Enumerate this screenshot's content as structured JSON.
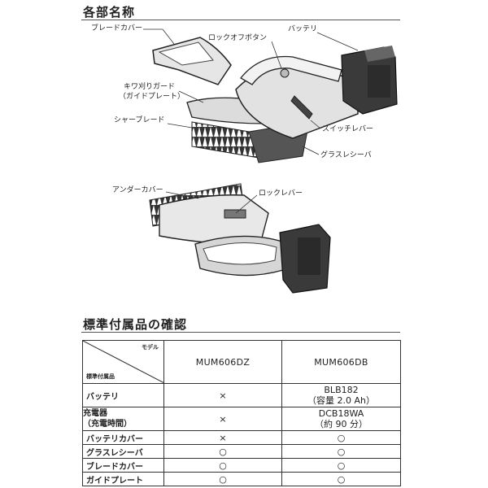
{
  "section1": {
    "title": "各部名称",
    "labels": {
      "blade_cover": "ブレードカバー",
      "lock_off_button": "ロックオフボタン",
      "battery": "バッテリ",
      "guard_line1": "キワ刈りガード",
      "guard_line2": "（ガイドプレート）",
      "shear_blade": "シャーブレード",
      "switch_lever": "スイッチレバー",
      "grass_receiver": "グラスレシーバ",
      "under_cover": "アンダーカバー",
      "lock_lever": "ロックレバー"
    }
  },
  "section2": {
    "title": "標準付属品の確認",
    "header": {
      "model_label": "モデル",
      "items_label": "標準付属品",
      "models": [
        "MUM606DZ",
        "MUM606DB"
      ]
    },
    "rows": [
      {
        "name": [
          "バッテリ"
        ],
        "dz": [
          "×"
        ],
        "db": [
          "BLB182",
          "（容量 2.0 Ah）"
        ]
      },
      {
        "name": [
          "充電器",
          "（充電時間）"
        ],
        "dz": [
          "×"
        ],
        "db": [
          "DCB18WA",
          "（約 90 分）"
        ]
      },
      {
        "name": [
          "バッテリカバー"
        ],
        "dz": [
          "×"
        ],
        "db": [
          "○"
        ]
      },
      {
        "name": [
          "グラスレシーバ"
        ],
        "dz": [
          "○"
        ],
        "db": [
          "○"
        ]
      },
      {
        "name": [
          "ブレードカバー"
        ],
        "dz": [
          "○"
        ],
        "db": [
          "○"
        ]
      },
      {
        "name": [
          "ガイドプレート"
        ],
        "dz": [
          "○"
        ],
        "db": [
          "○"
        ]
      }
    ]
  }
}
